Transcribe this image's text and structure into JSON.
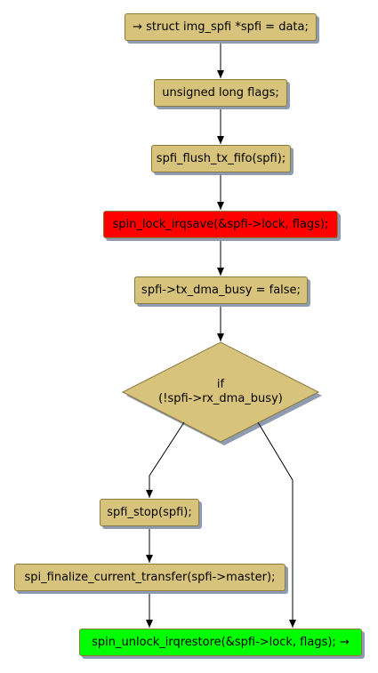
{
  "flow": {
    "n1": "→ struct img_spfi *spfi = data;",
    "n2": "unsigned long flags;",
    "n3": "spfi_flush_tx_fifo(spfi);",
    "n4": "spin_lock_irqsave(&spfi->lock, flags);",
    "n5": "spfi->tx_dma_busy = false;",
    "decision_line1": "if",
    "decision_line2": "(!spfi->rx_dma_busy)",
    "n6": "spfi_stop(spfi);",
    "n7": "spi_finalize_current_transfer(spfi->master);",
    "n8": "spin_unlock_irqrestore(&spfi->lock, flags); →"
  },
  "colors": {
    "node_fill": "#d8c37c",
    "node_border": "#8a7a3c",
    "shadow": "#8e9bb0",
    "highlight_red": "#ff0000",
    "highlight_green": "#00ff00",
    "edge": "#000000"
  }
}
